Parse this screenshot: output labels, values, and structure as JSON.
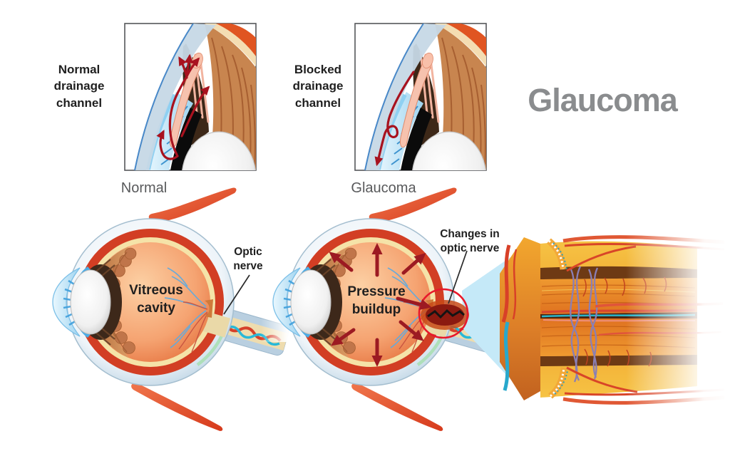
{
  "title": "Glaucoma",
  "insets": {
    "normal": {
      "label": "Normal\ndrainage\nchannel",
      "caption": "Normal"
    },
    "blocked": {
      "label": "Blocked\ndrainage\nchannel",
      "caption": "Glaucoma"
    }
  },
  "eyes": {
    "normal": {
      "cavity_label": "Vitreous\ncavity",
      "nerve_label": "Optic\nnerve"
    },
    "glaucoma": {
      "pressure_label": "Pressure\nbuildup",
      "changes_label": "Changes in\noptic nerve"
    }
  },
  "colors": {
    "title_gray": "#8a8c8e",
    "caption_gray": "#58595b",
    "label_black": "#1f1f1f",
    "flow_arrow_red": "#a8121f",
    "pressure_arrow_red": "#9c1a22",
    "highlight_circle_red": "#e8192c",
    "muscle_red": "#e8512d",
    "sclera_blue": "#c9dcea",
    "choroid_red": "#d23e24",
    "retina_yellow": "#f5e3a8",
    "vitreous_orange": "#ef8a52",
    "cornea_blue": "#9fd4f0",
    "nerve_sheath_blue": "#b9cfe0",
    "vein_cyan": "#28b8d8",
    "cone_blue": "#c5e9f8"
  }
}
